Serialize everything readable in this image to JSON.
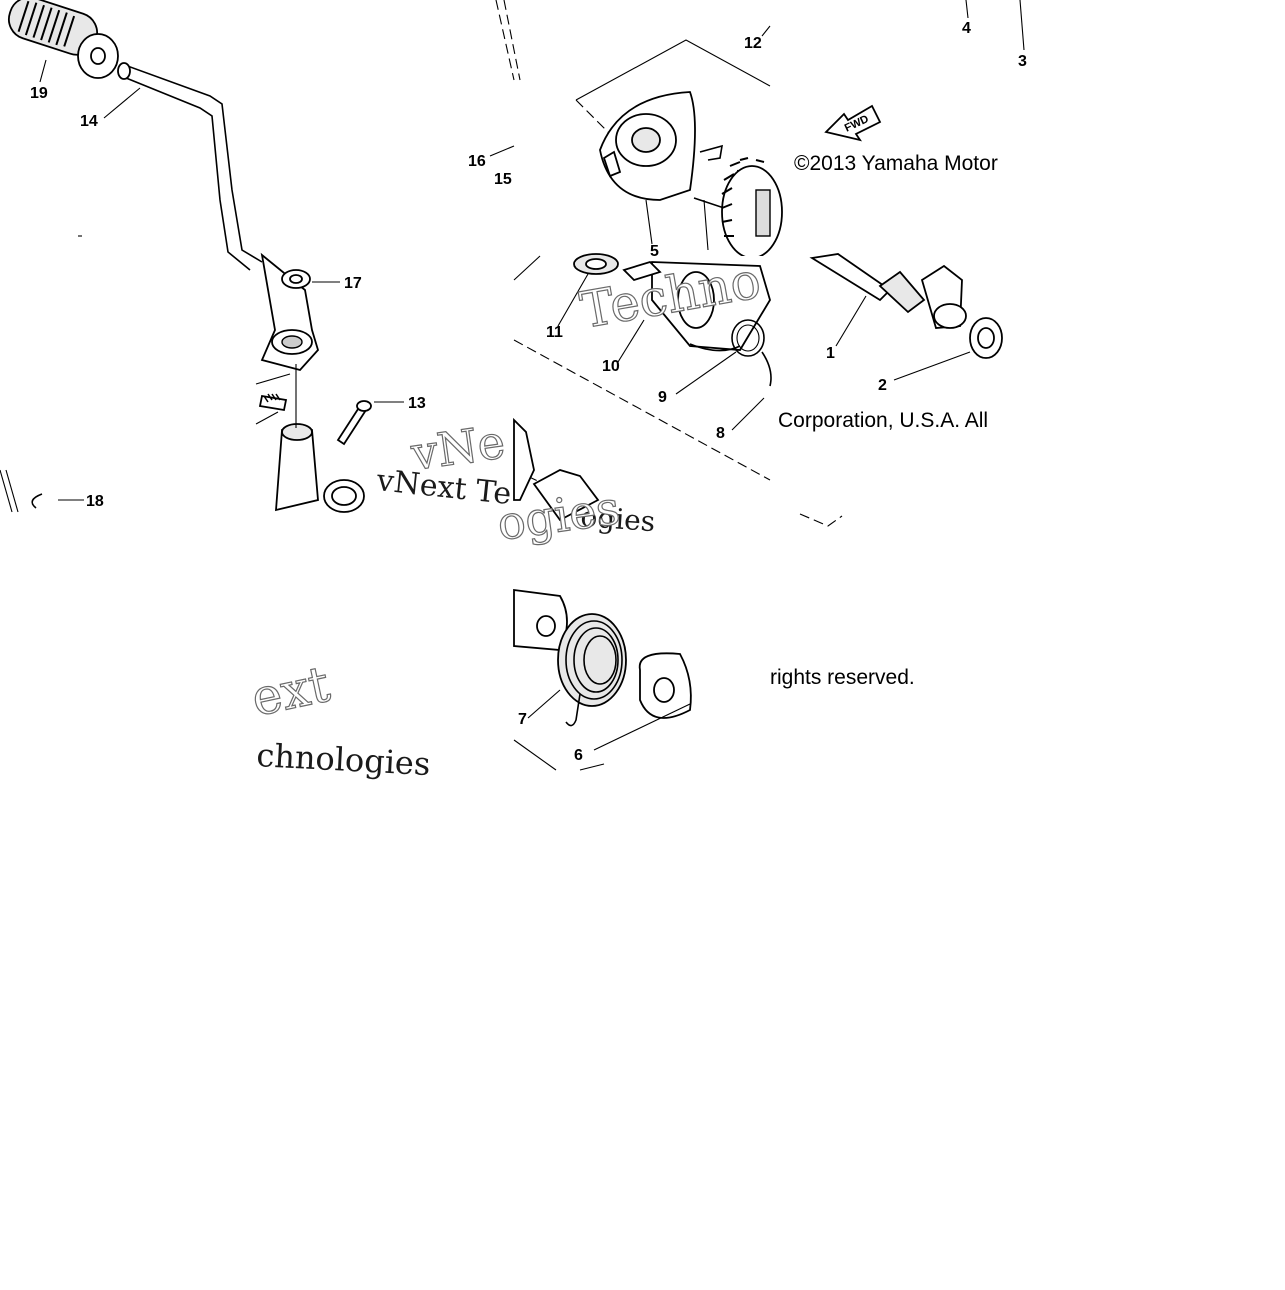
{
  "callouts": [
    "1",
    "2",
    "3",
    "4",
    "5",
    "6",
    "7",
    "8",
    "9",
    "10",
    "11",
    "12",
    "13",
    "14",
    "15",
    "16",
    "17",
    "18",
    "19"
  ],
  "copyright": {
    "line1": "©2013 Yamaha Motor",
    "line2": "Corporation, U.S.A. All",
    "line3": "rights reserved."
  },
  "fwd_label": "FWD",
  "watermarks": {
    "a": "Techno",
    "b": "vNext Te",
    "c": "ogies",
    "d": "ext",
    "e": "chnologies",
    "f": "ogies",
    "g": "vNe"
  }
}
